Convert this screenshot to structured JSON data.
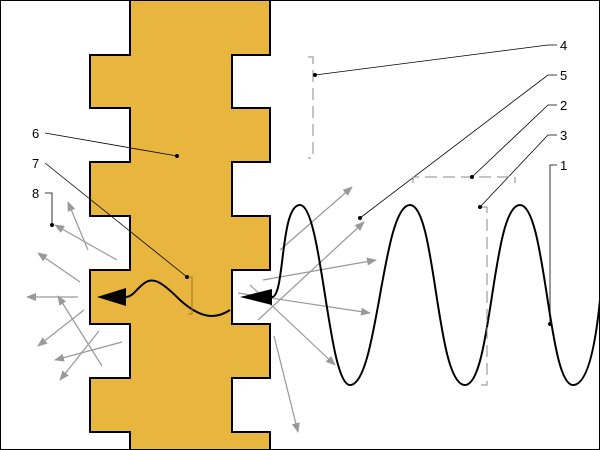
{
  "labels": {
    "l1": "1",
    "l2": "2",
    "l3": "3",
    "l4": "4",
    "l5": "5",
    "l6": "6",
    "l7": "7",
    "l8": "8"
  },
  "colors": {
    "block": "#e8b53e",
    "scatter_arrows": "#999999",
    "wave": "#000000"
  }
}
